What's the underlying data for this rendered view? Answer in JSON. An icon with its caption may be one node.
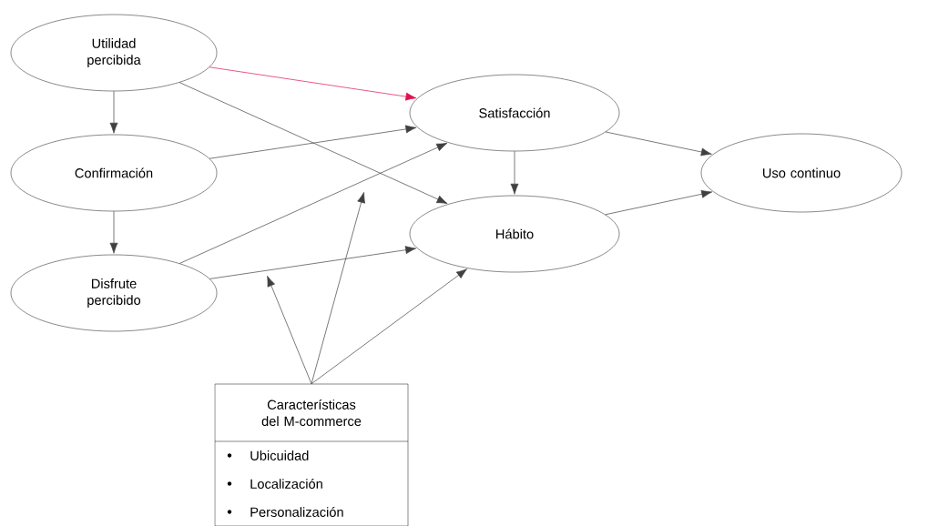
{
  "diagram": {
    "nodes": [
      {
        "text": [
          "Utilidad percibida"
        ]
      },
      {
        "text": [
          "Confirmación"
        ]
      },
      {
        "text": [
          "Disfrute percibido"
        ]
      },
      {
        "text": [
          "Satisfacción"
        ]
      },
      {
        "text": [
          "Hábito"
        ]
      },
      {
        "text": [
          "Uso continuo"
        ]
      },
      {
        "text": [
          "Características del M-commerce",
          "Ubicuidad",
          "Localización",
          "Personalización"
        ]
      }
    ],
    "edges": [
      {
        "from": 0,
        "to": 1,
        "arrow": "to"
      },
      {
        "from": 1,
        "to": 2,
        "arrow": "to"
      },
      {
        "from": 0,
        "to": 3,
        "arrow": "to",
        "color": "#e0114f"
      },
      {
        "from": 0,
        "to": 4,
        "arrow": "to"
      },
      {
        "from": 1,
        "to": 3,
        "arrow": "to"
      },
      {
        "from": 2,
        "to": 3,
        "arrow": "to"
      },
      {
        "from": 2,
        "to": 4,
        "arrow": "to"
      },
      {
        "from": 3,
        "to": 4,
        "arrow": "to"
      },
      {
        "from": 3,
        "to": 5,
        "arrow": "to"
      },
      {
        "from": 4,
        "to": 5,
        "arrow": "to"
      },
      {
        "from": 6,
        "to": 4,
        "arrow": "to"
      },
      {
        "from": 6,
        "to": null,
        "arrow": "to"
      },
      {
        "from": 6,
        "to": null,
        "arrow": "to"
      }
    ]
  }
}
